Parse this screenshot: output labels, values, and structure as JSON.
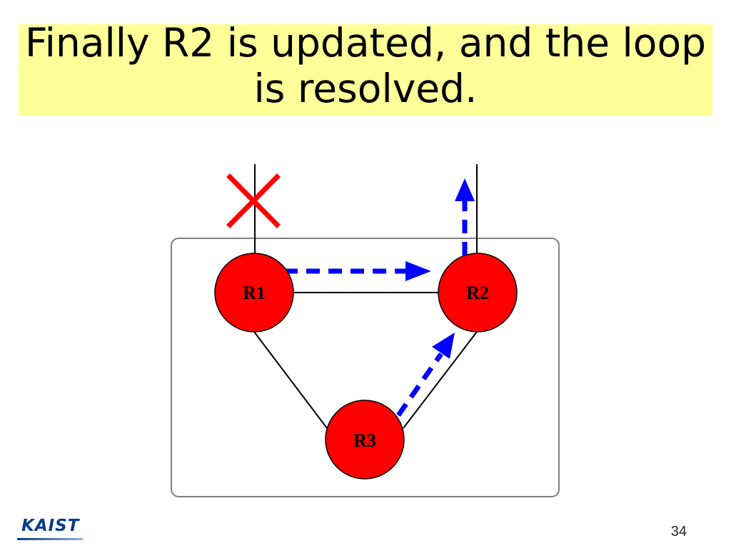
{
  "slide": {
    "title": "Finally R2 is updated, and the loop is resolved.",
    "page_number": "34",
    "logo_text": "KAIST"
  },
  "diagram": {
    "nodes": [
      {
        "id": "R1",
        "label": "R1"
      },
      {
        "id": "R2",
        "label": "R2"
      },
      {
        "id": "R3",
        "label": "R3"
      }
    ],
    "links": [
      {
        "from": "R1",
        "to": "R2"
      },
      {
        "from": "R1",
        "to": "R3"
      },
      {
        "from": "R3",
        "to": "R2"
      }
    ],
    "external_links": [
      {
        "node": "R1",
        "status": "failed"
      },
      {
        "node": "R2",
        "status": "active"
      }
    ],
    "forwarding_paths": [
      {
        "from": "R1",
        "to": "R2"
      },
      {
        "from": "R3",
        "to": "R2"
      },
      {
        "from": "R2",
        "to": "external"
      }
    ],
    "colors": {
      "router_fill": "#ff0000",
      "forwarding_arrow": "#0000ff",
      "failure_mark": "#ff0000",
      "title_background": "#ffff99"
    }
  }
}
